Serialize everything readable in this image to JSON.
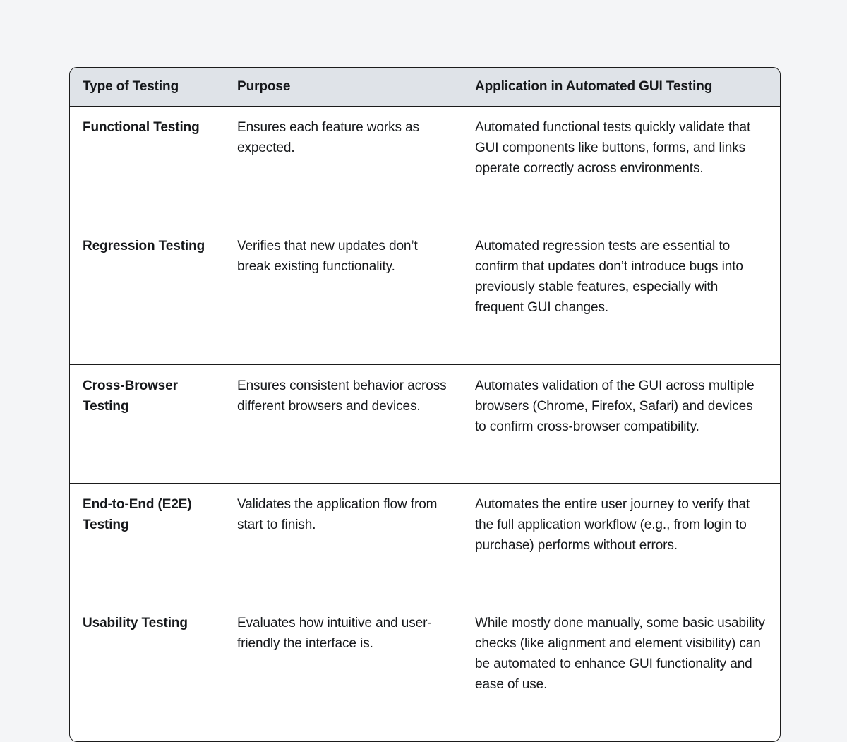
{
  "table": {
    "columns": [
      "Type of Testing",
      "Purpose",
      "Application in Automated GUI Testing"
    ],
    "rows": [
      {
        "type": "Functional Testing",
        "purpose": "Ensures each feature works as expected.",
        "application": "Automated functional tests quickly validate that GUI components like buttons, forms, and links operate correctly across environments."
      },
      {
        "type": "Regression Testing",
        "purpose": "Verifies that new updates don’t break existing functionality.",
        "application": "Automated regression tests are essential to confirm that updates don’t introduce bugs into previously stable features, especially with frequent GUI changes."
      },
      {
        "type": "Cross-Browser Testing",
        "purpose": "Ensures consistent behavior across different browsers and devices.",
        "application": "Automates validation of the GUI across multiple browsers (Chrome, Firefox, Safari) and devices to confirm cross-browser compatibility."
      },
      {
        "type": "End-to-End (E2E) Testing",
        "purpose": "Validates the application flow from start to finish.",
        "application": "Automates the entire user journey to verify that the full application workflow (e.g., from login to purchase) performs without errors."
      },
      {
        "type": "Usability Testing",
        "purpose": "Evaluates how intuitive and user-friendly the interface is.",
        "application": "While mostly done manually, some basic usability checks (like alignment and element visibility) can be automated to enhance GUI functionality and ease of use."
      }
    ]
  },
  "colors": {
    "page_background": "#f4f5f7",
    "header_background": "#dfe3e8",
    "cell_background": "#ffffff",
    "border": "#1b1b1b",
    "text": "#16181b"
  }
}
